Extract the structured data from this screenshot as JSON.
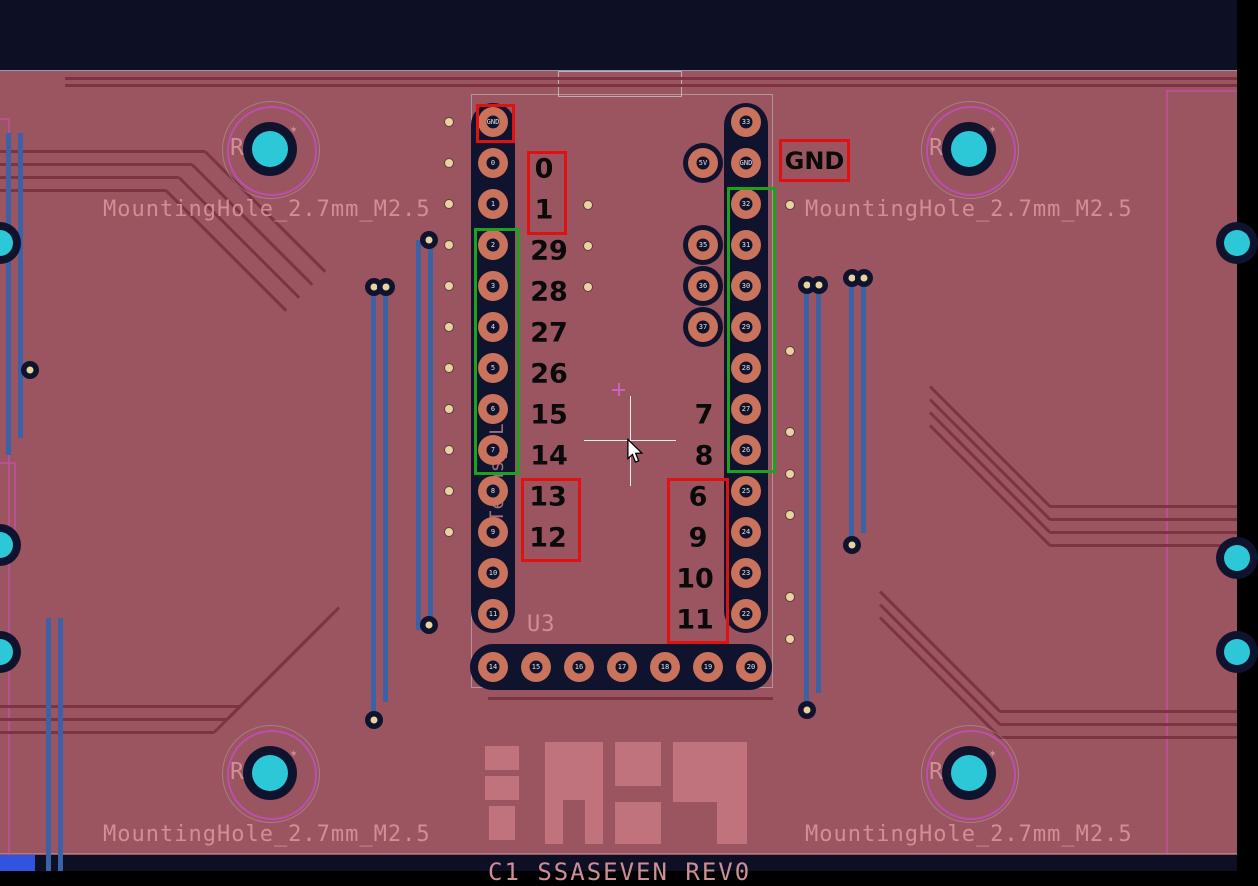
{
  "colors": {
    "background": "#0d1024",
    "copper_pour": "#9a5560",
    "copper_trace": "#7c3442",
    "inner_layer_blue": "#3b62a6",
    "pad_ring": "#c9725c",
    "drill_dark": "#10132d",
    "via_dot": "#e6d3a0",
    "hole_cyan": "#2cc8d8",
    "silkscreen_pink": "#d9969e",
    "courtyard_magenta": "#bb4fae",
    "board_edge_gray": "#c8cbd3",
    "annotation_red": "#e01111",
    "annotation_green": "#1ea21e",
    "annotation_text": "#0a0a0a",
    "corner_selection_blue": "#3054e0"
  },
  "icons": {
    "mouse_cursor": "arrow-pointer",
    "crosshair": "cross",
    "snap_anchor": "small-cross"
  },
  "labels": {
    "mounting_hole": "MountingHole_2.7mm_M2.5",
    "mounting_ref": "R",
    "component_ref": "U3",
    "component_name": "Teensy-LC",
    "gnd": "GND",
    "board_text": "C1 SSASEVEN REV0"
  },
  "annotations": {
    "left_pins": [
      "0",
      "1",
      "29",
      "28",
      "27",
      "26",
      "15",
      "14",
      "13",
      "12"
    ],
    "right_pins": [
      "7",
      "8",
      "6",
      "9",
      "10",
      "11"
    ]
  },
  "pads": {
    "left": [
      "GND",
      "0",
      "1",
      "2",
      "3",
      "4",
      "5",
      "6",
      "7",
      "8",
      "9",
      "10",
      "11"
    ],
    "right": [
      "33",
      "GND",
      "32",
      "31",
      "30",
      "29",
      "28",
      "27",
      "26",
      "25",
      "24",
      "23",
      "22"
    ],
    "right_inner": [
      "5V",
      "35",
      "36",
      "37"
    ],
    "bottom": [
      "14",
      "15",
      "16",
      "17",
      "18",
      "19",
      "20"
    ]
  }
}
